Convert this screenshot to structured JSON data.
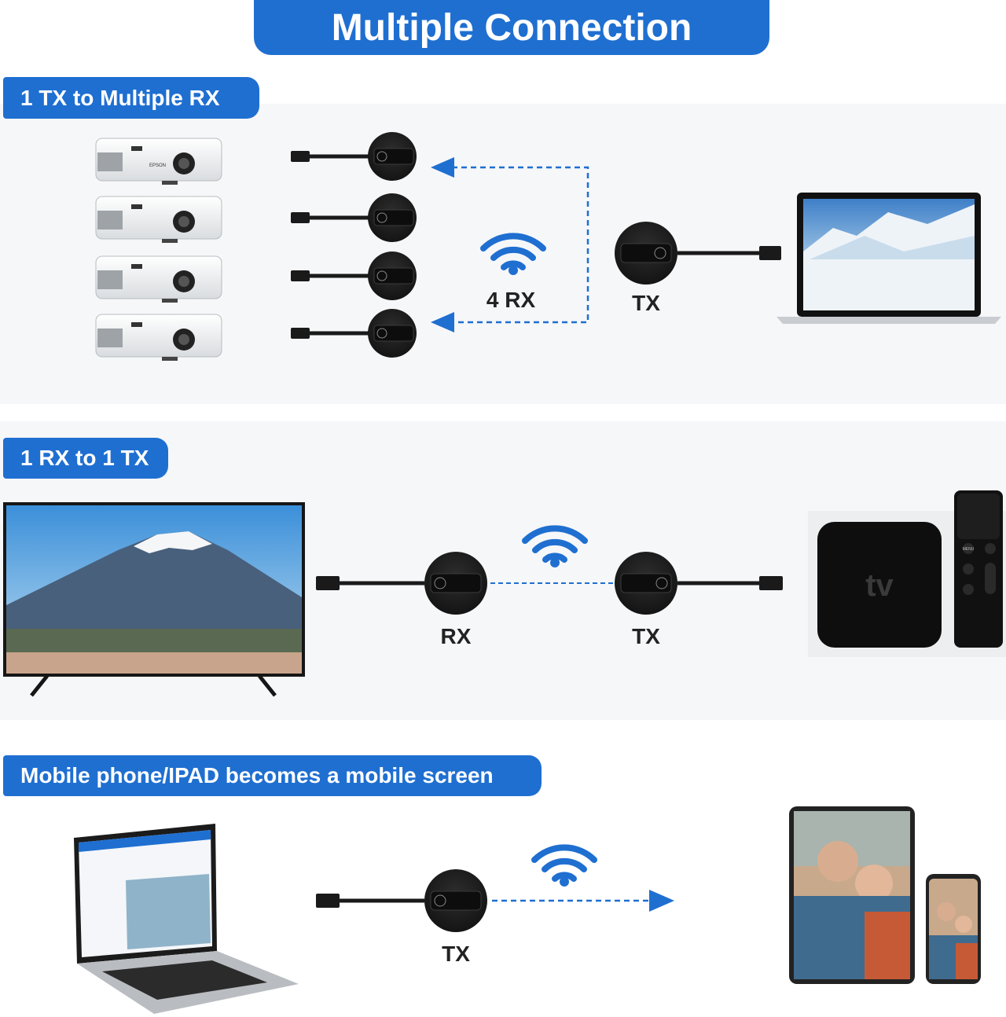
{
  "title": "Multiple Connection",
  "sections": [
    {
      "heading": "1 TX to Multiple RX",
      "labels": {
        "rx_count": "4 RX",
        "tx": "TX"
      },
      "projector_brand": "EPSON"
    },
    {
      "heading": "1 RX to 1 TX",
      "labels": {
        "rx": "RX",
        "tx": "TX"
      },
      "tv_box_text": "tv",
      "remote_button": "MENU"
    },
    {
      "heading": "Mobile phone/IPAD becomes a mobile screen",
      "labels": {
        "tx": "TX"
      }
    }
  ],
  "dongle_buttons": {
    "left": "RX",
    "right": "TX"
  },
  "colors": {
    "accent": "#1f6fd1",
    "dongle": "#1c1c1c",
    "band": "#f6f7f9"
  },
  "icons": [
    "wifi-icon",
    "hdmi-dongle-icon",
    "projector-icon",
    "laptop-icon",
    "tv-icon",
    "tv-box-icon",
    "remote-icon",
    "tablet-icon",
    "phone-icon",
    "arrow-icon"
  ]
}
